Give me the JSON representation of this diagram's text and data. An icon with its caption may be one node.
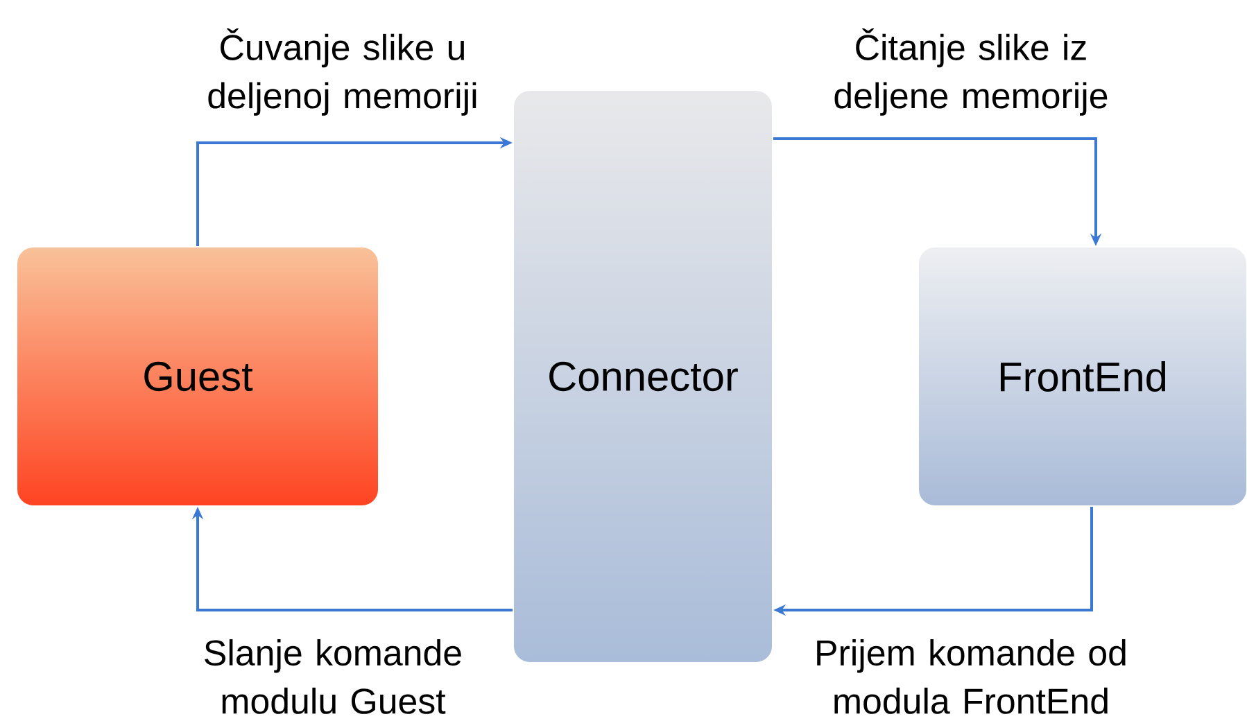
{
  "diagram": {
    "nodes": [
      {
        "text": [
          "Guest"
        ]
      },
      {
        "text": [
          "Connector"
        ]
      },
      {
        "text": [
          "FrontEnd"
        ]
      }
    ],
    "edges": [
      {
        "from": 0,
        "to": 1,
        "arrow": "to",
        "label": "Čuvanje slike u deljenoj memoriji"
      },
      {
        "from": 1,
        "to": 2,
        "arrow": "to",
        "label": "Čitanje slike iz deljene memorije"
      },
      {
        "from": 2,
        "to": 1,
        "arrow": "to",
        "label": "Prijem komande od modula FrontEnd"
      },
      {
        "from": 1,
        "to": 0,
        "arrow": "to",
        "label": "Slanje komande modulu Guest"
      }
    ]
  }
}
